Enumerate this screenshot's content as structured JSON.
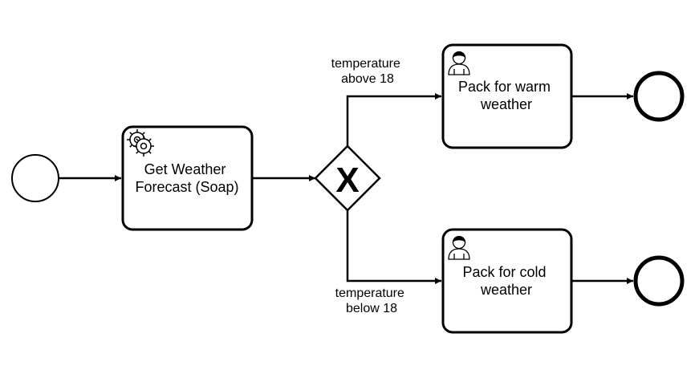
{
  "diagram": {
    "type": "bpmn-process",
    "stroke_color": "#000000",
    "fill_color": "#ffffff",
    "nodes": {
      "start_event": {
        "kind": "start-event"
      },
      "service_task": {
        "kind": "service-task",
        "icon": "gear-icon",
        "label_lines": [
          "Get Weather",
          "Forecast (Soap)"
        ]
      },
      "gateway": {
        "kind": "exclusive-gateway",
        "marker": "X"
      },
      "warm_task": {
        "kind": "user-task",
        "icon": "user-icon",
        "label_lines": [
          "Pack for warm",
          "weather"
        ]
      },
      "cold_task": {
        "kind": "user-task",
        "icon": "user-icon",
        "label_lines": [
          "Pack for cold",
          "weather"
        ]
      },
      "end_warm": {
        "kind": "end-event"
      },
      "end_cold": {
        "kind": "end-event"
      }
    },
    "flows": {
      "to_warm": {
        "label_lines": [
          "temperature",
          "above 18"
        ]
      },
      "to_cold": {
        "label_lines": [
          "temperature",
          "below 18"
        ]
      }
    }
  }
}
